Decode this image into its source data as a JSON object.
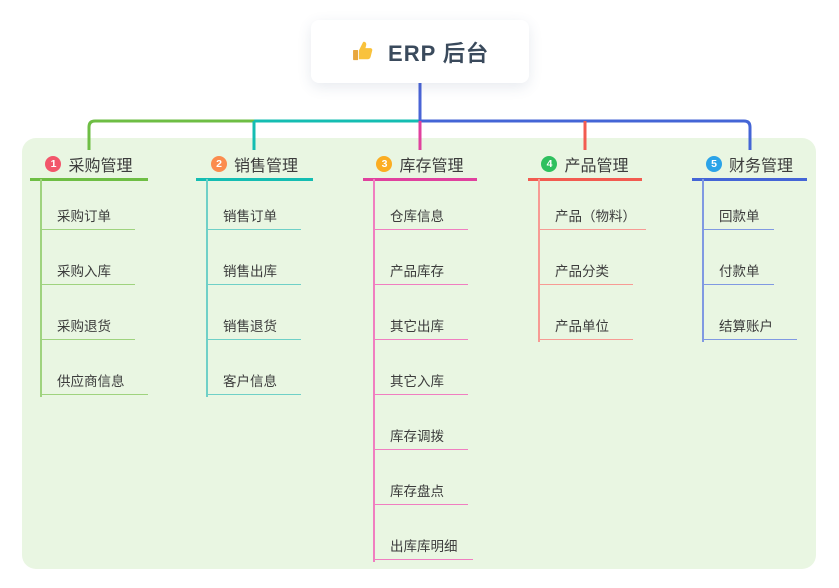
{
  "root": {
    "icon": "thumbs-up",
    "title": "ERP 后台"
  },
  "branches": [
    {
      "number": "1",
      "label": "采购管理",
      "badge_color": "#F2566B",
      "branch_color": "#6EBE44",
      "child_color": "#9FD37E",
      "children": [
        "采购订单",
        "采购入库",
        "采购退货",
        "供应商信息"
      ]
    },
    {
      "number": "2",
      "label": "销售管理",
      "badge_color": "#FB8C4E",
      "branch_color": "#14BDB2",
      "child_color": "#6FD0C7",
      "children": [
        "销售订单",
        "销售出库",
        "销售退货",
        "客户信息"
      ]
    },
    {
      "number": "3",
      "label": "库存管理",
      "badge_color": "#FBAD22",
      "branch_color": "#E0419E",
      "child_color": "#F07EC0",
      "children": [
        "仓库信息",
        "产品库存",
        "其它出库",
        "其它入库",
        "库存调拨",
        "库存盘点",
        "出库库明细"
      ]
    },
    {
      "number": "4",
      "label": "产品管理",
      "badge_color": "#2EC05E",
      "branch_color": "#F25B50",
      "child_color": "#F79B94",
      "children": [
        "产品（物料）",
        "产品分类",
        "产品单位"
      ]
    },
    {
      "number": "5",
      "label": "财务管理",
      "badge_color": "#2BA3E8",
      "branch_color": "#4465D6",
      "child_color": "#8099E2",
      "children": [
        "回款单",
        "付款单",
        "结算账户"
      ]
    }
  ],
  "colors": {
    "canvas_bg": "#FFFFFF",
    "panel_bg": "#E9F6E2",
    "root_line": "#4A64D6",
    "root_text": "#3A4A5C",
    "node_text": "#3C3C3C",
    "thumb_icon": "#F9C23C"
  }
}
